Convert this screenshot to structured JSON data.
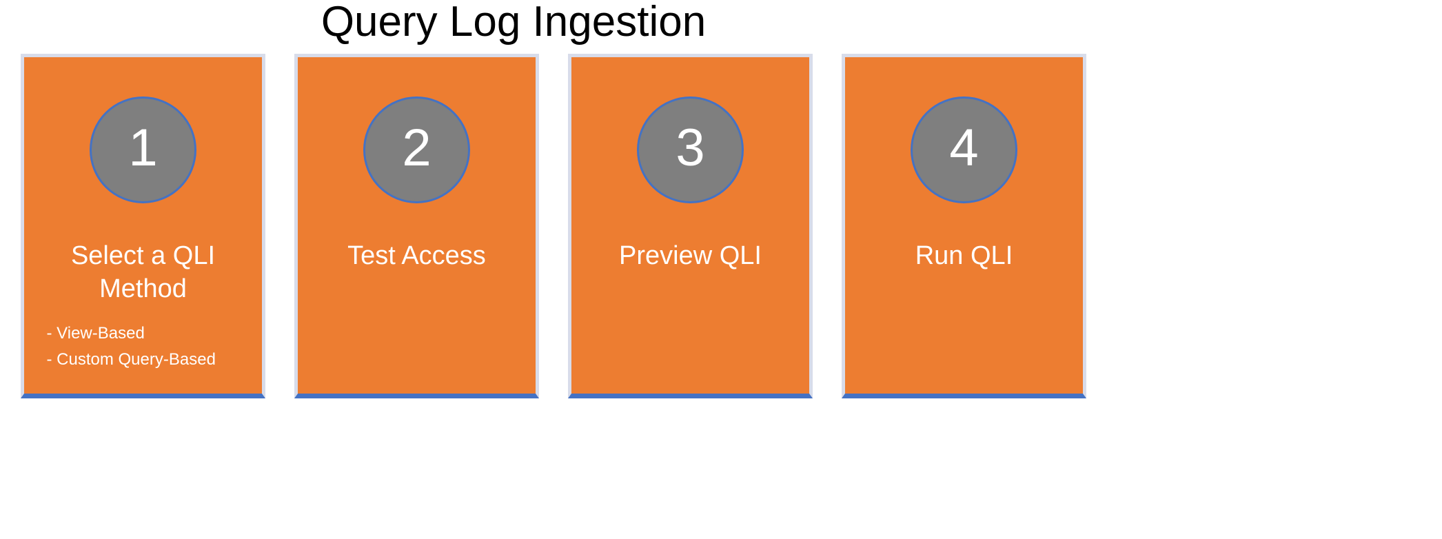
{
  "slide": {
    "title": "Query Log Ingestion",
    "background_color": "#FFFFFF",
    "title_color": "#000000"
  },
  "theme": {
    "card_fill": "#ED7D31",
    "card_border": "#D8DCEA",
    "card_bottom_accent": "#4472C4",
    "badge_fill": "#7F7F7F",
    "badge_stroke": "#4472C4",
    "text_on_card": "#FFFFFF"
  },
  "cards": [
    {
      "number": "1",
      "title": "Select a QLI Method",
      "bullets": [
        "- View-Based",
        "- Custom Query-Based"
      ]
    },
    {
      "number": "2",
      "title": "Test Access",
      "bullets": []
    },
    {
      "number": "3",
      "title": "Preview QLI",
      "bullets": []
    },
    {
      "number": "4",
      "title": "Run QLI",
      "bullets": []
    }
  ]
}
